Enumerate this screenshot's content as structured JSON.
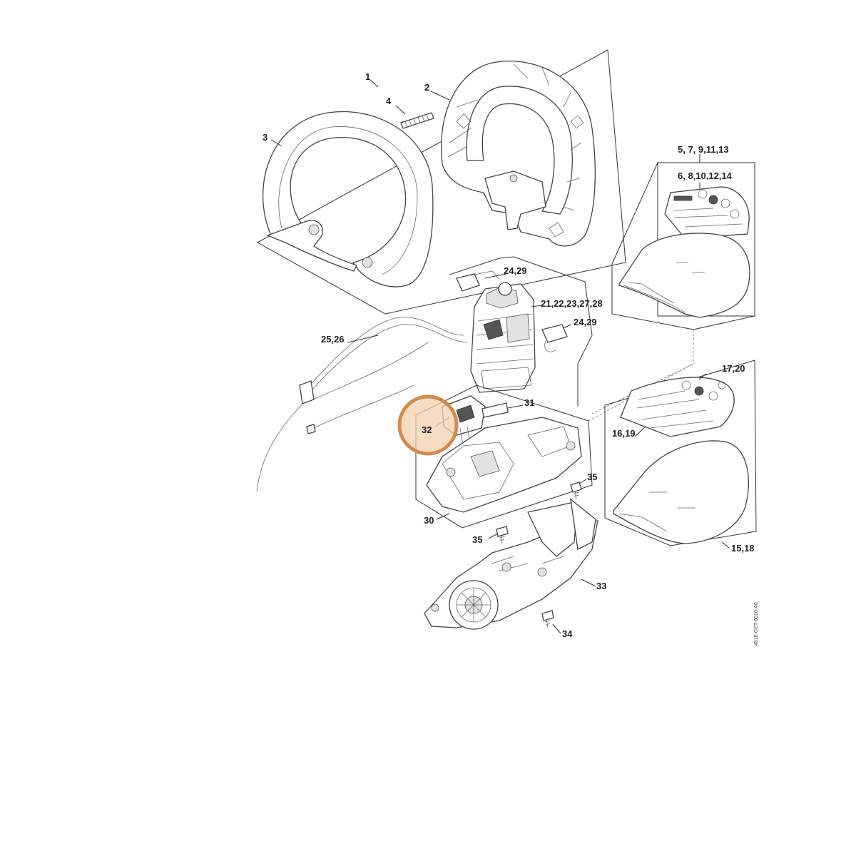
{
  "callouts": {
    "c1": "1",
    "c2": "2",
    "c3": "3",
    "c4": "4",
    "c5": "5, 7, 9,11,13",
    "c6": "6, 8,10,12,14",
    "c24a": "24,29",
    "c21": "21,22,23,27,28",
    "c24b": "24,29",
    "c25": "25,26",
    "c31": "31",
    "c32": "32",
    "c17": "17,20",
    "c16": "16,19",
    "c35a": "35",
    "c30": "30",
    "c35b": "35",
    "c15": "15,18",
    "c33": "33",
    "c34": "34"
  },
  "doc_id": "4818-GET-0010-A0",
  "highlight_color": "#d28a4e"
}
